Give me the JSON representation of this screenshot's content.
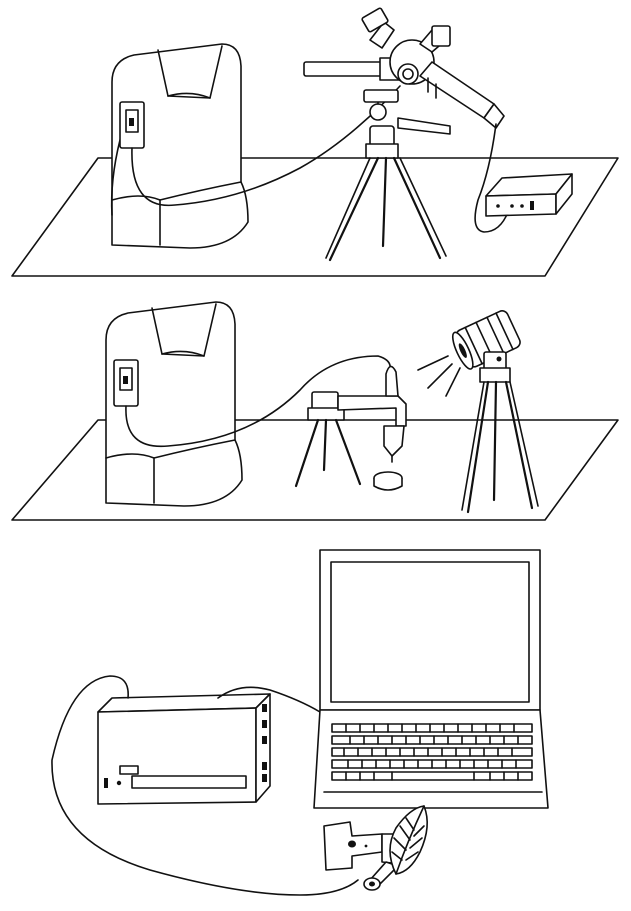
{
  "colors": {
    "ink": "#111111",
    "background": "#ffffff"
  },
  "panels": [
    {
      "id": "field-spectroradiometer-setup",
      "icons": [
        "spectroradiometer-unit-icon",
        "tripod-icon",
        "foreoptic-telescope-icon",
        "battery-box-icon",
        "fiber-optic-cable-icon"
      ]
    },
    {
      "id": "lab-contact-probe-setup",
      "icons": [
        "spectroradiometer-unit-icon",
        "probe-stand-icon",
        "sample-dish-icon",
        "lamp-icon",
        "tripod-icon"
      ]
    },
    {
      "id": "laptop-leaf-clip-setup",
      "icons": [
        "instrument-box-icon",
        "laptop-icon",
        "leaf-clip-icon",
        "leaf-icon",
        "cable-icon"
      ]
    }
  ]
}
